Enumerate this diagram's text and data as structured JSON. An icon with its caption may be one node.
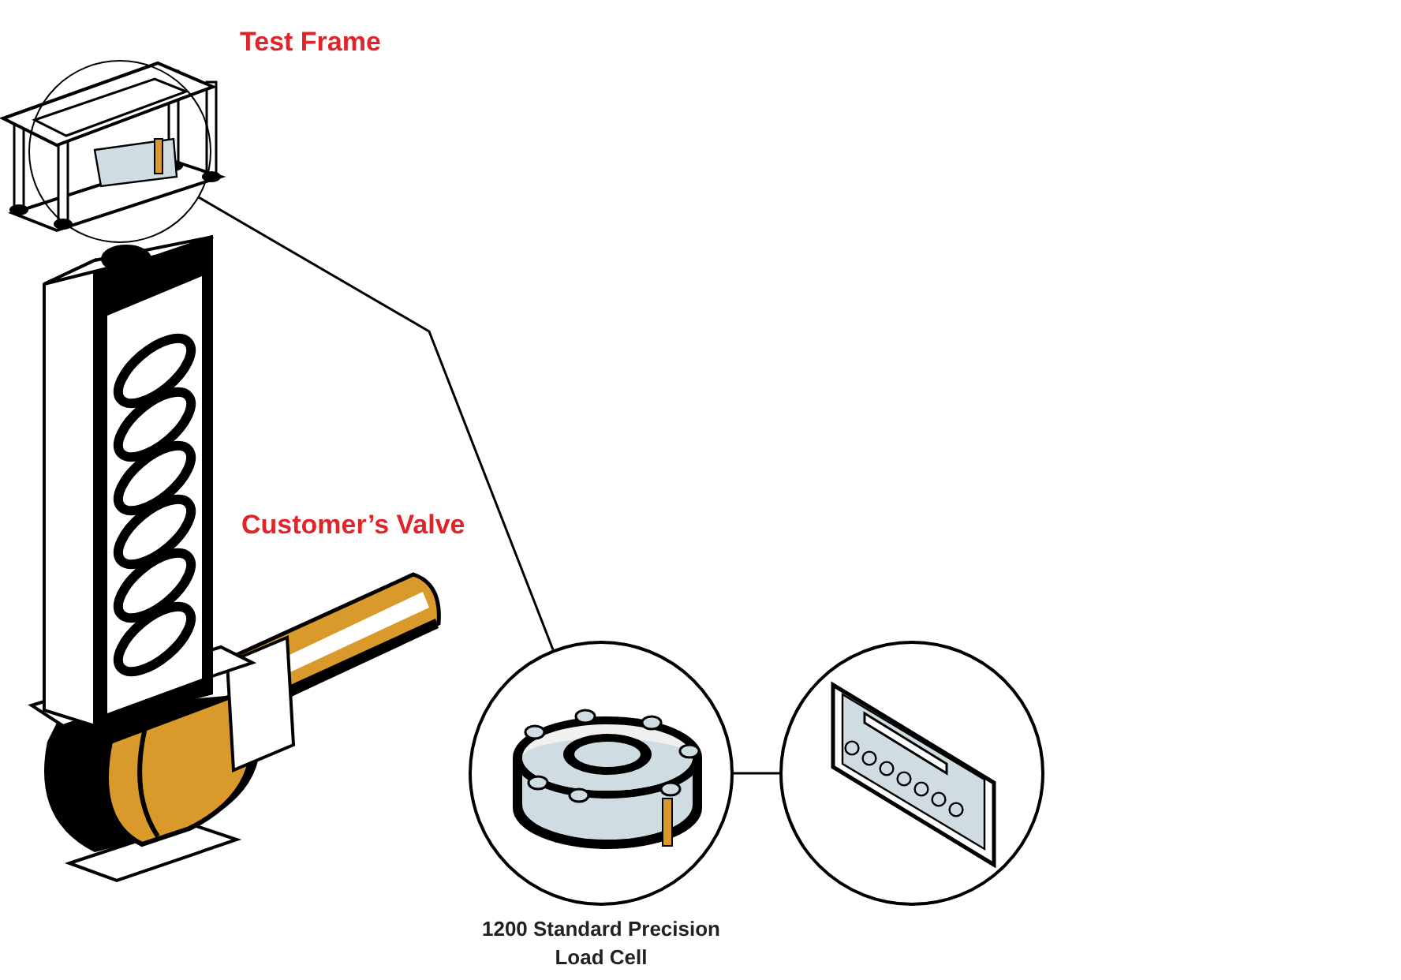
{
  "diagram": {
    "nodes": [
      {
        "text": [],
        "shape": "circle"
      },
      {
        "text": [],
        "shape": "circle",
        "beside": [
          "1200 Standard Precision Load Cell"
        ]
      },
      {
        "text": [],
        "shape": "circle"
      }
    ],
    "edges": [
      {
        "from": 0,
        "to": 1,
        "arrow": "none"
      },
      {
        "from": 1,
        "to": 2,
        "arrow": "none"
      }
    ],
    "labels": [
      "Test Frame",
      "Customer’s Valve"
    ]
  }
}
